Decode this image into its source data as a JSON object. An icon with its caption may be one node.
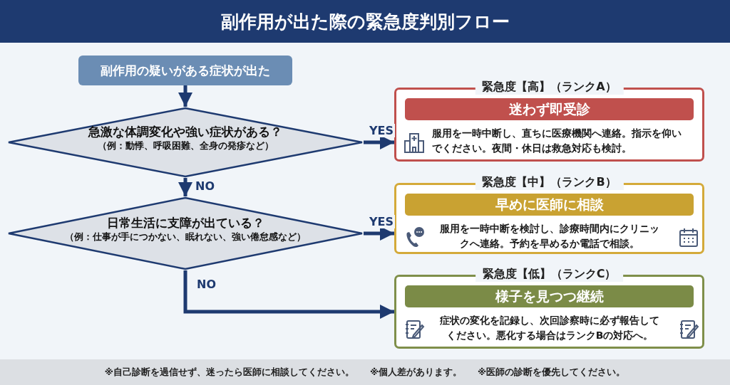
{
  "diagram": {
    "title": "副作用が出た際の緊急度判別フロー",
    "nodes": [
      {
        "text": [
          "副作用の疑いがある症状が出た"
        ]
      },
      {
        "text": [
          "急激な体調変化や強い症状がある？",
          "（例：動悸、呼吸困難、全身の発疹など）"
        ]
      },
      {
        "text": [
          "日常生活に支障が出ている？",
          "（例：仕事が手につかない、眠れない、強い倦怠感など）"
        ]
      },
      {
        "text": [
          "緊急度【高】（ランクA）",
          "服用を一時中断し、直ちに医療機関へ連絡。指示を仰いでください。夜間・休日は救急対応も検討。"
        ]
      },
      {
        "text": [
          "迷わず即受診"
        ],
        "in": 3
      },
      {
        "text": [
          "緊急度【中】（ランクB）",
          "服用を一時中断を検討し、診療時間内にクリニックへ連絡。予約を早めるか電話で相談。"
        ]
      },
      {
        "text": [
          "早めに医師に相談"
        ],
        "in": 5
      },
      {
        "text": [
          "緊急度【低】（ランクC）",
          "症状の変化を記録し、次回診察時に必ず報告してください。悪化する場合はランクBの対応へ。"
        ]
      },
      {
        "text": [
          "様子を見つつ継続"
        ],
        "in": 7
      }
    ],
    "edges": [
      {
        "from": 0,
        "to": 1,
        "arrow": "to"
      },
      {
        "from": 1,
        "to": 3,
        "arrow": "to",
        "label": "YES"
      },
      {
        "from": 1,
        "to": 2,
        "arrow": "to",
        "label": "NO"
      },
      {
        "from": 2,
        "to": 5,
        "arrow": "to",
        "label": "YES"
      },
      {
        "from": 2,
        "to": 7,
        "arrow": "to",
        "label": "NO"
      }
    ],
    "labels": [
      "※自己診断を過信せず、迷ったら医師に相談してください。",
      "※個人差があります。",
      "※医師の診断を優先してください。"
    ]
  }
}
